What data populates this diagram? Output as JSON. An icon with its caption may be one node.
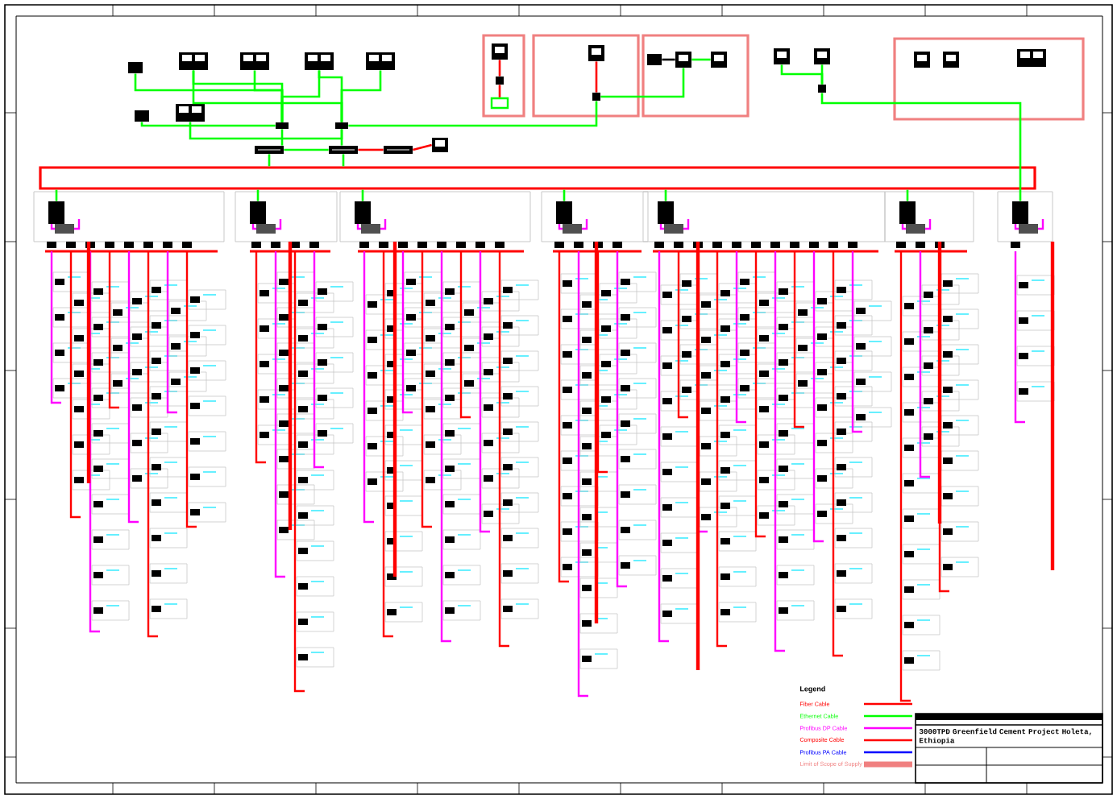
{
  "diagram": {
    "nodes": [
      {
        "text": [],
        "shape": "box"
      },
      {
        "text": [],
        "shape": "picture"
      },
      {
        "text": [],
        "shape": "picture"
      },
      {
        "text": [],
        "shape": "picture"
      },
      {
        "text": [],
        "shape": "picture"
      },
      {
        "text": [],
        "shape": "box"
      },
      {
        "text": [],
        "shape": "picture"
      },
      {
        "text": [],
        "shape": "box"
      },
      {
        "text": [],
        "shape": "box"
      },
      {
        "text": [],
        "shape": "picture"
      },
      {
        "text": [],
        "shape": "picture"
      },
      {
        "text": [],
        "shape": "picture"
      },
      {
        "text": [],
        "shape": "picture"
      },
      {
        "text": [],
        "shape": "box"
      },
      {
        "text": [],
        "shape": "box"
      },
      {
        "text": [],
        "shape": "box"
      },
      {
        "text": [],
        "shape": "box"
      },
      {
        "text": [],
        "shape": "picture",
        "in": 13
      },
      {
        "text": [],
        "shape": "box",
        "in": 13
      },
      {
        "text": [],
        "shape": "box",
        "in": 13
      },
      {
        "text": [],
        "shape": "picture",
        "in": 14
      },
      {
        "text": [],
        "shape": "box",
        "in": 14
      },
      {
        "text": [],
        "shape": "box",
        "in": 15
      },
      {
        "text": [],
        "shape": "picture",
        "in": 15
      },
      {
        "text": [],
        "shape": "picture",
        "in": 15
      },
      {
        "text": [],
        "shape": "picture"
      },
      {
        "text": [],
        "shape": "picture"
      },
      {
        "text": [],
        "shape": "box"
      },
      {
        "text": [],
        "shape": "picture",
        "in": 16
      },
      {
        "text": [],
        "shape": "picture",
        "in": 16
      },
      {
        "text": [],
        "shape": "picture",
        "in": 16
      },
      {
        "text": [],
        "shape": "box"
      },
      {
        "text": [],
        "shape": "box"
      },
      {
        "text": [],
        "shape": "box"
      },
      {
        "text": [],
        "shape": "box"
      },
      {
        "text": [],
        "shape": "box"
      },
      {
        "text": [],
        "shape": "box"
      },
      {
        "text": [],
        "shape": "box"
      },
      {
        "text": [],
        "shape": "box"
      }
    ],
    "edges": [
      {
        "from": 0,
        "to": 7,
        "arrow": "none"
      },
      {
        "from": 1,
        "to": 7,
        "arrow": "none"
      },
      {
        "from": 2,
        "to": 7,
        "arrow": "none"
      },
      {
        "from": 3,
        "to": 7,
        "arrow": "none"
      },
      {
        "from": 4,
        "to": 8,
        "arrow": "none"
      },
      {
        "from": 1,
        "to": 8,
        "arrow": "none"
      },
      {
        "from": 3,
        "to": 8,
        "arrow": "none"
      },
      {
        "from": 5,
        "to": 7,
        "arrow": "none"
      },
      {
        "from": 6,
        "to": 8,
        "arrow": "none"
      },
      {
        "from": 7,
        "to": 9,
        "arrow": "none"
      },
      {
        "from": 8,
        "to": 10,
        "arrow": "none"
      },
      {
        "from": 9,
        "to": 10,
        "arrow": "none"
      },
      {
        "from": 10,
        "to": 11,
        "arrow": "none",
        "color": "#ff0000"
      },
      {
        "from": 11,
        "to": 12,
        "arrow": "none",
        "color": "#ff0000"
      },
      {
        "from": 9,
        "to": 31,
        "arrow": "none"
      },
      {
        "from": 10,
        "to": 31,
        "arrow": "none"
      },
      {
        "from": 8,
        "to": 21,
        "arrow": "none"
      },
      {
        "from": 20,
        "to": 21,
        "arrow": "none",
        "color": "#ff0000"
      },
      {
        "from": 17,
        "to": 18,
        "arrow": "none",
        "color": "#ff0000"
      },
      {
        "from": 18,
        "to": 19,
        "arrow": "none",
        "color": "#ff0000"
      },
      {
        "from": 22,
        "to": 23,
        "arrow": "none",
        "color": "#000000"
      },
      {
        "from": 23,
        "to": 24,
        "arrow": "none"
      },
      {
        "from": 23,
        "to": 21,
        "arrow": "none"
      },
      {
        "from": 25,
        "to": 27,
        "arrow": "none"
      },
      {
        "from": 26,
        "to": 27,
        "arrow": "none"
      },
      {
        "from": 27,
        "to": 38,
        "arrow": "none"
      },
      {
        "from": 31,
        "to": 32,
        "arrow": "none"
      },
      {
        "from": 31,
        "to": 33,
        "arrow": "none"
      },
      {
        "from": 31,
        "to": 34,
        "arrow": "none"
      },
      {
        "from": 31,
        "to": 35,
        "arrow": "none"
      },
      {
        "from": 31,
        "to": 36,
        "arrow": "none"
      },
      {
        "from": 31,
        "to": 37,
        "arrow": "none"
      }
    ],
    "labels": [
      "Legend",
      "3000TPD Greenfield Cement Project Holeta, Ethiopia"
    ],
    "legend": [
      {
        "text": "Fiber Cable"
      },
      {
        "text": "Ethernet Cable"
      },
      {
        "text": "Profibus DP Cable"
      },
      {
        "text": "Composite Cable"
      },
      {
        "text": "Profibus PA Cable"
      },
      {
        "text": "Limit of Scope of Supply",
        "color": "#f08080"
      }
    ]
  }
}
